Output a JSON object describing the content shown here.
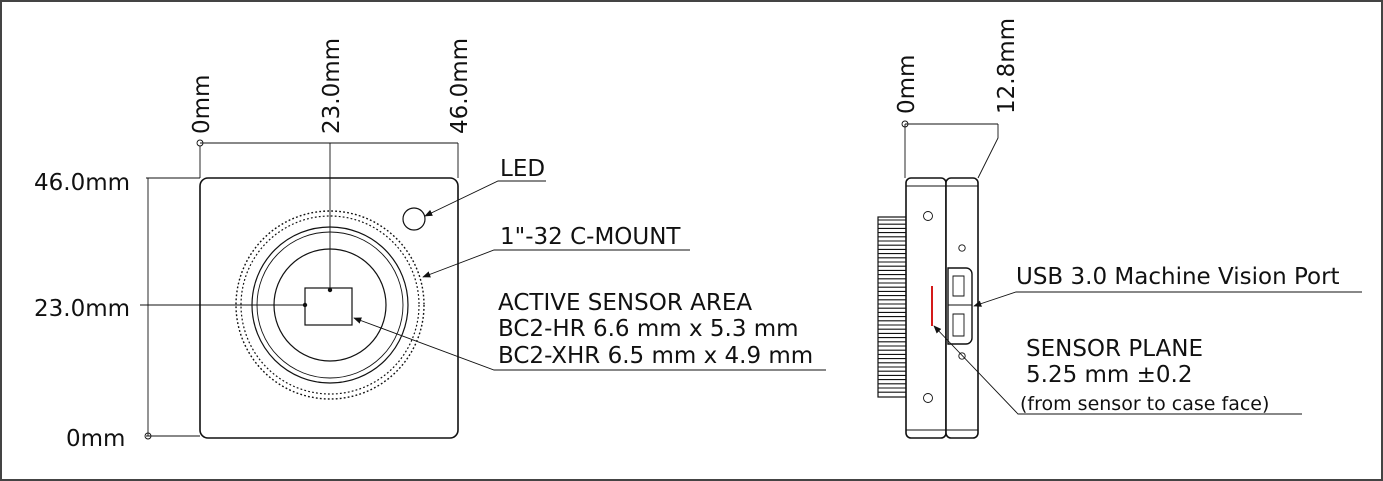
{
  "front_view": {
    "x_dims": {
      "zero": "0mm",
      "center": "23.0mm",
      "full": "46.0mm"
    },
    "y_dims": {
      "full": "46.0mm",
      "center": "23.0mm",
      "zero": "0mm"
    },
    "labels": {
      "led": "LED",
      "mount": "1\"-32 C-MOUNT",
      "sensor_title": "ACTIVE SENSOR AREA",
      "sensor_hr": "BC2-HR 6.6 mm x 5.3 mm",
      "sensor_xhr": "BC2-XHR 6.5 mm x 4.9 mm"
    }
  },
  "side_view": {
    "x_dims": {
      "zero": "0mm",
      "depth": "12.8mm"
    },
    "labels": {
      "usb": "USB 3.0 Machine Vision Port",
      "plane_title": "SENSOR PLANE",
      "plane_value": "5.25 mm  ±0.2",
      "plane_note": "(from sensor to case face)"
    }
  },
  "colors": {
    "line": "#111111",
    "sensor_plane": "#d00000",
    "border": "#444444"
  }
}
